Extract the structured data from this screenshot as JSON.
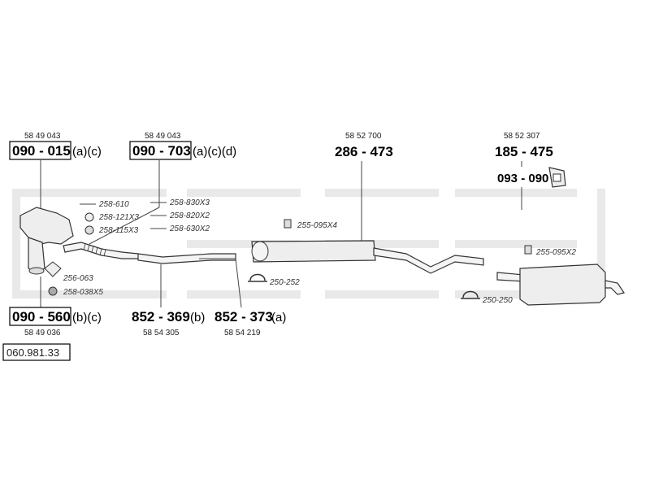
{
  "parts": {
    "p090_015": {
      "ref": "58 49 043",
      "code": "090 - 015",
      "suffix": "(a)(c)"
    },
    "p090_703": {
      "ref": "58 49 043",
      "code": "090 - 703",
      "suffix": "(a)(c)(d)"
    },
    "p286_473": {
      "ref": "58 52 700",
      "code": "286 - 473"
    },
    "p185_475": {
      "ref": "58 52 307",
      "code": "185 - 475"
    },
    "p093_090": {
      "code": "093 - 090"
    },
    "p090_560": {
      "ref": "58 49 036",
      "code": "090 - 560",
      "suffix": "(b)(c)"
    },
    "p852_369": {
      "ref": "58 54 305",
      "code": "852 - 369",
      "suffix": "(b)"
    },
    "p852_373": {
      "ref": "58 54 219",
      "code": "852 - 373",
      "suffix": "(a)"
    }
  },
  "fittings": {
    "f258_610": "258-610",
    "f258_830": "258-830X3",
    "f258_121": "258-121X3",
    "f258_820": "258-820X2",
    "f258_115": "258-115X3",
    "f258_630": "258-630X2",
    "f256_063": "256-063",
    "f258_038": "258-038X5",
    "f255_095x4": "255-095X4",
    "f250_252": "250-252",
    "f255_095x2": "255-095X2",
    "f250_250": "250-250"
  },
  "catalog_number": "060.981.33"
}
